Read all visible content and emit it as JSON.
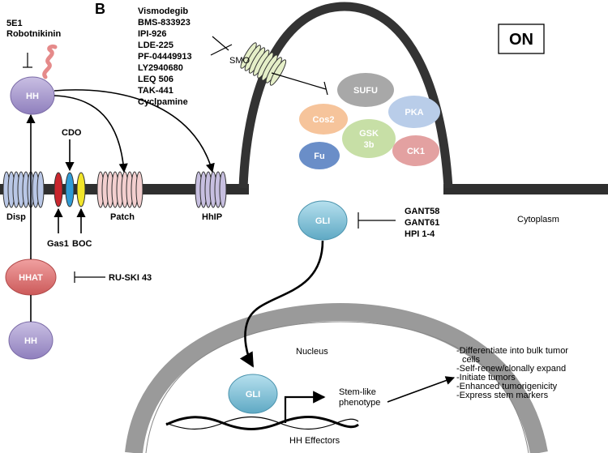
{
  "panel_label": "B",
  "state_label": "ON",
  "ligands": {
    "hh_top": "HH",
    "hh_bottom": "HH",
    "inhibitors_top": [
      "5E1",
      "Robotnikinin"
    ]
  },
  "membrane_proteins": {
    "disp": "Disp",
    "cdo": "CDO",
    "gas1": "Gas1",
    "boc": "BOC",
    "patch": "Patch",
    "hhip": "HhIP"
  },
  "hhat": {
    "label": "HHAT",
    "inhibitor": "RU-SKI 43"
  },
  "smo": {
    "label": "SMO",
    "inhibitors": [
      "Vismodegib",
      "BMS-833923",
      "IPI-926",
      "LDE-225",
      "PF-04449913",
      "LY2940680",
      "LEQ 506",
      "TAK-441",
      "Cyclpamine"
    ]
  },
  "complex": {
    "sufu": "SUFU",
    "pka": "PKA",
    "cos2": "Cos2",
    "gsk": [
      "GSK",
      "3b"
    ],
    "fu": "Fu",
    "ck1": "CK1"
  },
  "gli": {
    "cytoplasm_label": "GLI",
    "nucleus_label": "GLI",
    "inhibitors": [
      "GANT58",
      "GANT61",
      "HPI 1-4"
    ]
  },
  "compartments": {
    "cytoplasm": "Cytoplasm",
    "nucleus": "Nucleus"
  },
  "nucleus_content": {
    "stem_like": [
      "Stem-like",
      "phenotype"
    ],
    "hh_effectors": "HH Effectors",
    "outcomes": [
      "-Differentiate into bulk tumor",
      "cells",
      "-Self-renew/clonally expand",
      "-Initiate tumors",
      "-Enhanced tumorigenicity",
      "-Express stem markers"
    ]
  },
  "colors": {
    "hh": "#9b8bc4",
    "hhat": "#d96a6a",
    "gli": "#6fb7cf",
    "sufu": "#a8a8a8",
    "pka": "#b9cde9",
    "cos2": "#f6c49b",
    "gsk": "#c7dfa6",
    "fu": "#6a8ec8",
    "ck1": "#e3a1a1",
    "membrane": "#333333",
    "nucleus_ring": "#9a9a9a"
  }
}
